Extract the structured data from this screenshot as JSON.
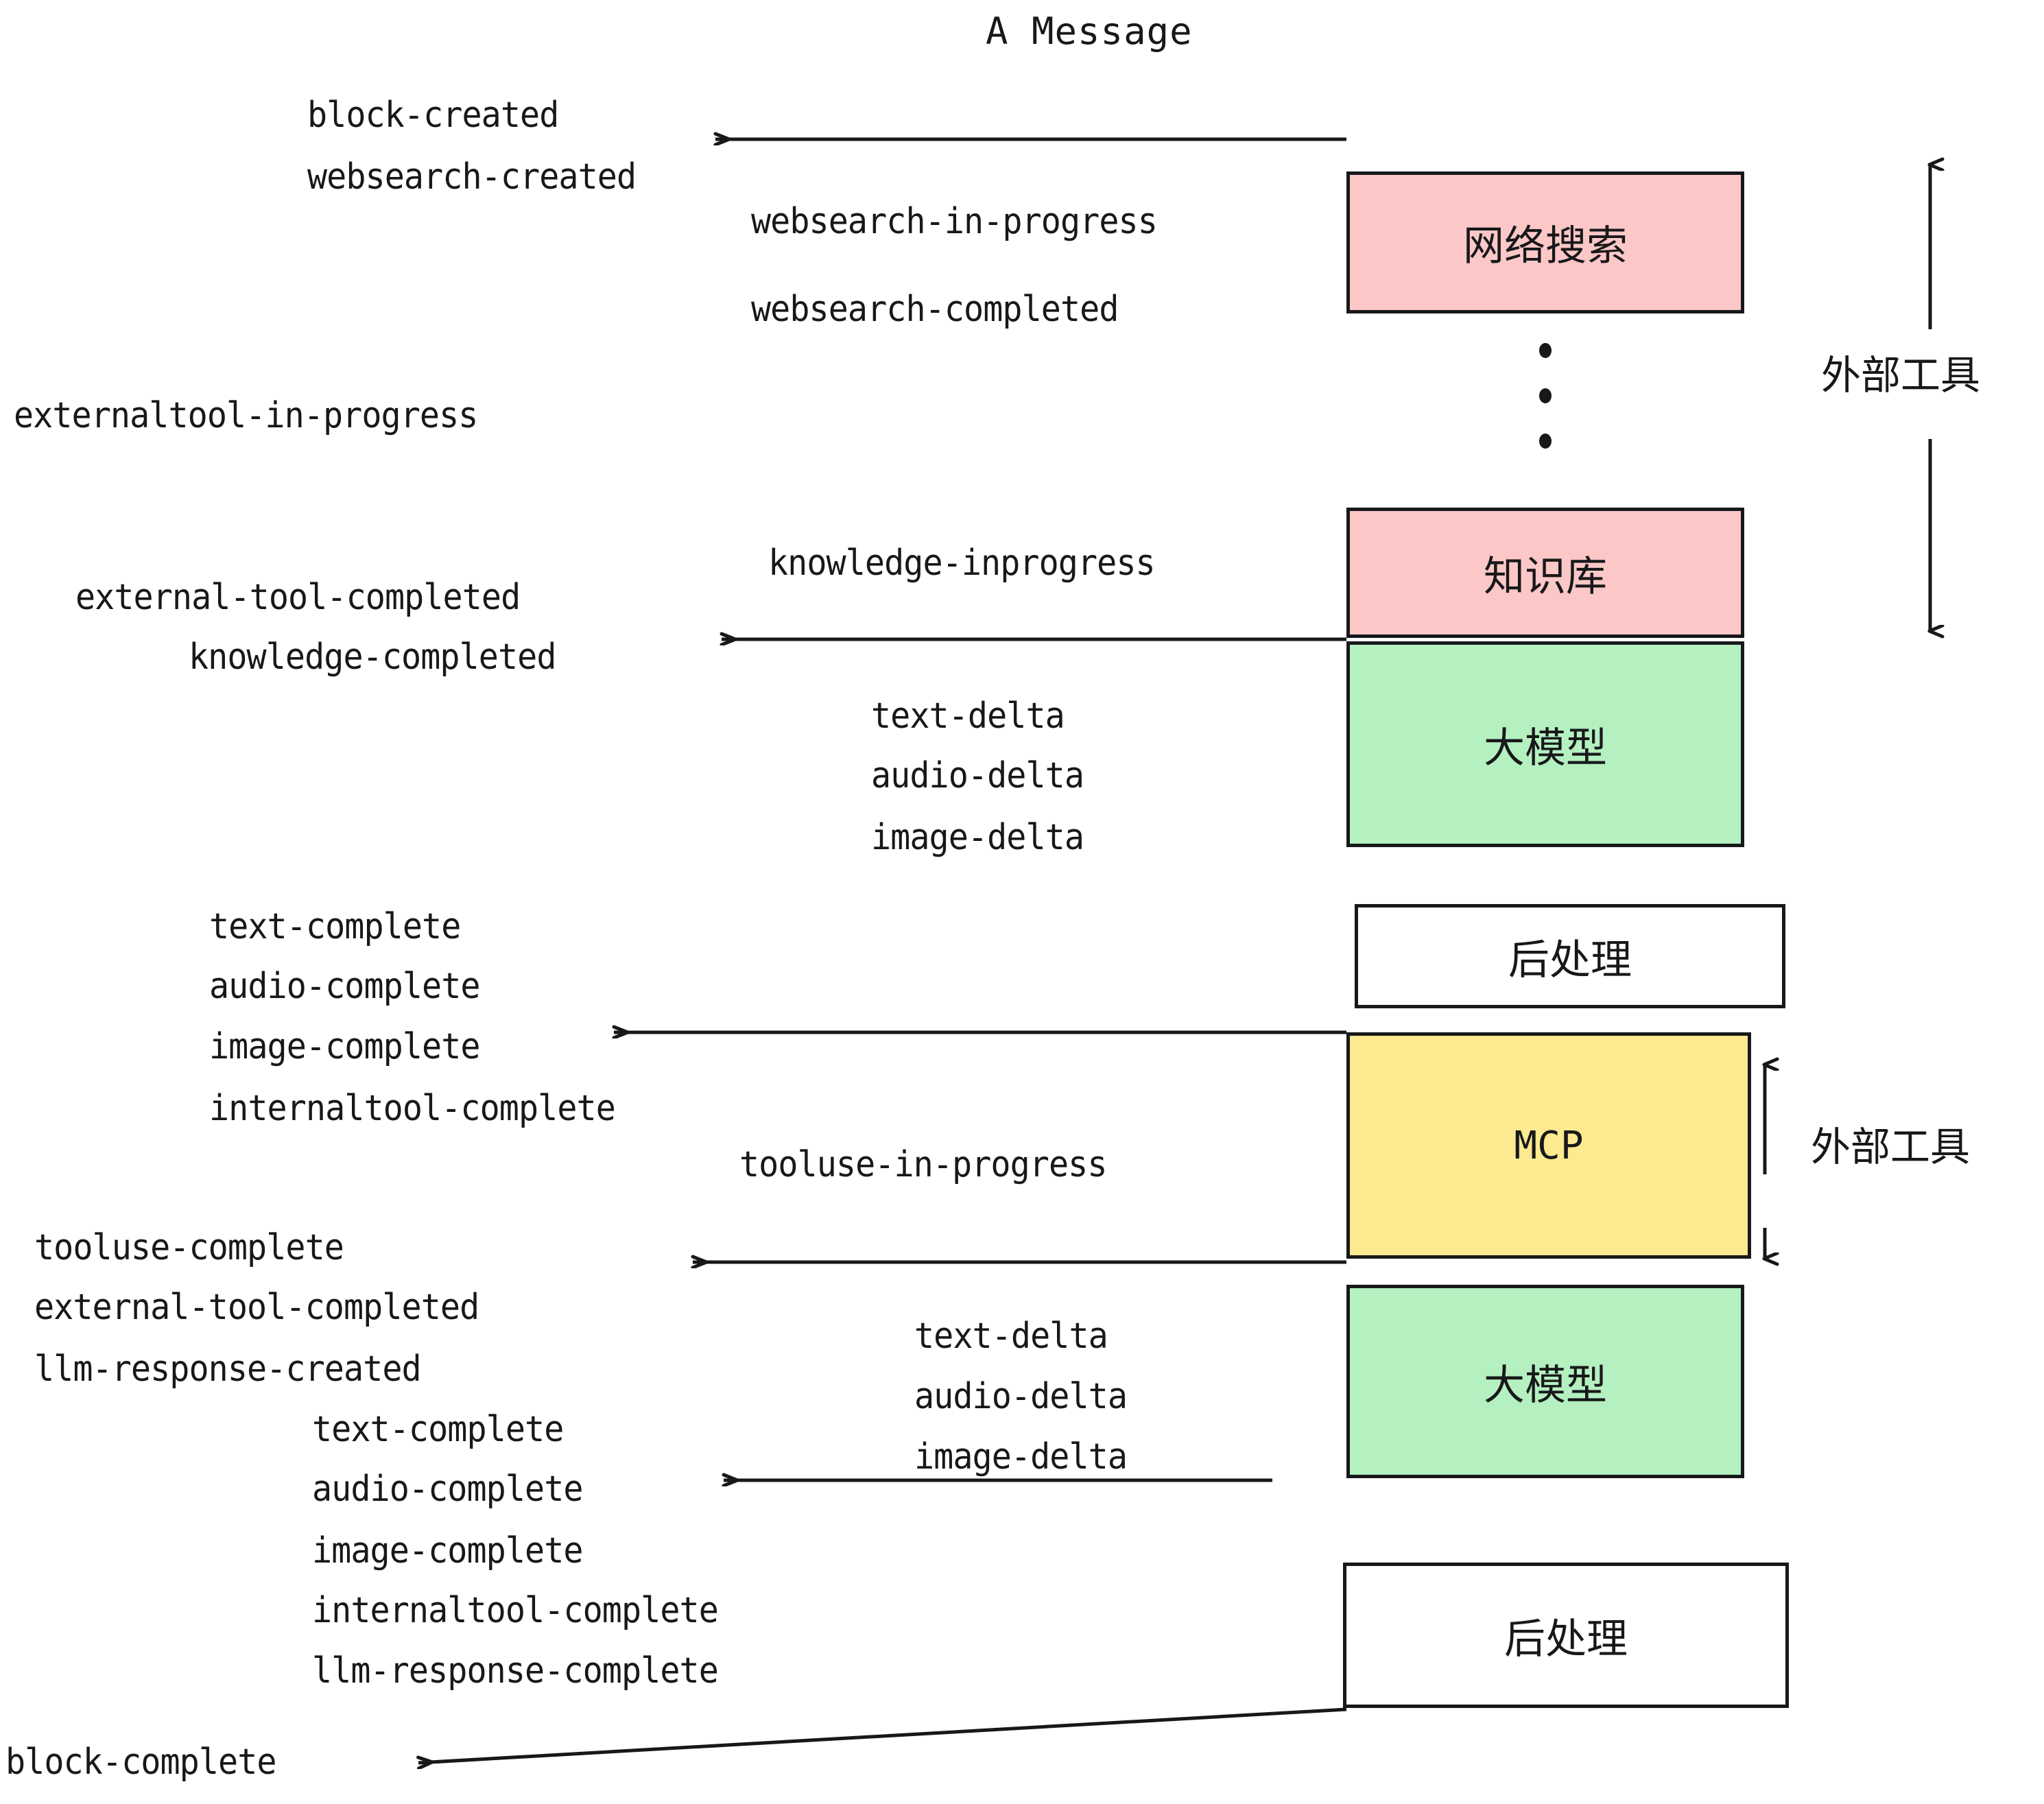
{
  "diagram": {
    "title": "A Message",
    "colors": {
      "pink": "#FCC7C7",
      "green": "#B5F0C0",
      "yellow": "#FDE990",
      "white": "#FFFFFF",
      "stroke": "#17181A"
    },
    "boxes": [
      {
        "id": "websearch",
        "label": "网络搜索",
        "fill": "#FCC7C7"
      },
      {
        "id": "knowledge",
        "label": "知识库",
        "fill": "#FCC7C7"
      },
      {
        "id": "llm-1",
        "label": "大模型",
        "fill": "#B5F0C0"
      },
      {
        "id": "postprocess-1",
        "label": "后处理",
        "fill": "#FFFFFF"
      },
      {
        "id": "mcp",
        "label": "MCP",
        "fill": "#FDE990"
      },
      {
        "id": "llm-2",
        "label": "大模型",
        "fill": "#B5F0C0"
      },
      {
        "id": "postprocess-2",
        "label": "后处理",
        "fill": "#FFFFFF"
      }
    ],
    "side_labels": [
      {
        "id": "external-tools-top",
        "text": "外部工具"
      },
      {
        "id": "external-tools-bottom",
        "text": "外部工具"
      }
    ],
    "events": [
      {
        "id": "e01",
        "text": "block-created"
      },
      {
        "id": "e02",
        "text": "websearch-created"
      },
      {
        "id": "e03",
        "text": "websearch-in-progress"
      },
      {
        "id": "e04",
        "text": "websearch-completed"
      },
      {
        "id": "e05",
        "text": "externaltool-in-progress"
      },
      {
        "id": "e06",
        "text": "knowledge-inprogress"
      },
      {
        "id": "e07",
        "text": "external-tool-completed"
      },
      {
        "id": "e08",
        "text": "knowledge-completed"
      },
      {
        "id": "e09",
        "text": "text-delta"
      },
      {
        "id": "e10",
        "text": "audio-delta"
      },
      {
        "id": "e11",
        "text": "image-delta"
      },
      {
        "id": "e12",
        "text": "text-complete"
      },
      {
        "id": "e13",
        "text": "audio-complete"
      },
      {
        "id": "e14",
        "text": "image-complete"
      },
      {
        "id": "e15",
        "text": "internaltool-complete"
      },
      {
        "id": "e16",
        "text": "tooluse-in-progress"
      },
      {
        "id": "e17",
        "text": "tooluse-complete"
      },
      {
        "id": "e18",
        "text": "external-tool-completed"
      },
      {
        "id": "e19",
        "text": "llm-response-created"
      },
      {
        "id": "e20",
        "text": "text-delta"
      },
      {
        "id": "e21",
        "text": "audio-delta"
      },
      {
        "id": "e22",
        "text": "image-delta"
      },
      {
        "id": "e23",
        "text": "text-complete"
      },
      {
        "id": "e24",
        "text": "audio-complete"
      },
      {
        "id": "e25",
        "text": "image-complete"
      },
      {
        "id": "e26",
        "text": "internaltool-complete"
      },
      {
        "id": "e27",
        "text": "llm-response-complete"
      },
      {
        "id": "e28",
        "text": "block-complete"
      }
    ]
  }
}
